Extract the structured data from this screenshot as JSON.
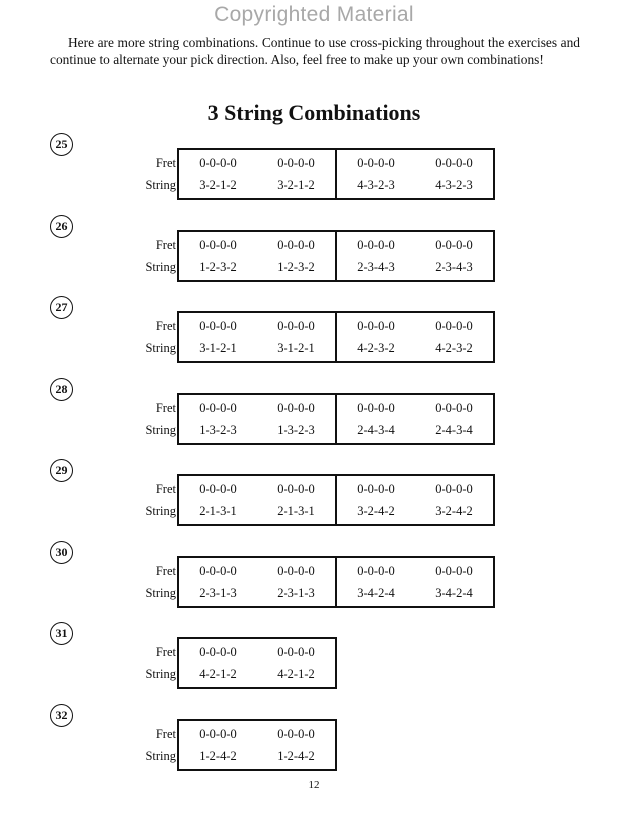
{
  "watermark": "Copyrighted Material",
  "intro": "Here are more string combinations. Continue to use cross-picking throughout the exercises and continue to alternate your pick direction. Also, feel free to make up your own combinations!",
  "section_title": "3 String Combinations",
  "labels": {
    "fret": "Fret",
    "string": "String"
  },
  "exercises": [
    {
      "number": "25",
      "groups": [
        [
          {
            "fret": "0-0-0-0",
            "string": "3-2-1-2"
          },
          {
            "fret": "0-0-0-0",
            "string": "3-2-1-2"
          }
        ],
        [
          {
            "fret": "0-0-0-0",
            "string": "4-3-2-3"
          },
          {
            "fret": "0-0-0-0",
            "string": "4-3-2-3"
          }
        ]
      ]
    },
    {
      "number": "26",
      "groups": [
        [
          {
            "fret": "0-0-0-0",
            "string": "1-2-3-2"
          },
          {
            "fret": "0-0-0-0",
            "string": "1-2-3-2"
          }
        ],
        [
          {
            "fret": "0-0-0-0",
            "string": "2-3-4-3"
          },
          {
            "fret": "0-0-0-0",
            "string": "2-3-4-3"
          }
        ]
      ]
    },
    {
      "number": "27",
      "groups": [
        [
          {
            "fret": "0-0-0-0",
            "string": "3-1-2-1"
          },
          {
            "fret": "0-0-0-0",
            "string": "3-1-2-1"
          }
        ],
        [
          {
            "fret": "0-0-0-0",
            "string": "4-2-3-2"
          },
          {
            "fret": "0-0-0-0",
            "string": "4-2-3-2"
          }
        ]
      ]
    },
    {
      "number": "28",
      "groups": [
        [
          {
            "fret": "0-0-0-0",
            "string": "1-3-2-3"
          },
          {
            "fret": "0-0-0-0",
            "string": "1-3-2-3"
          }
        ],
        [
          {
            "fret": "0-0-0-0",
            "string": "2-4-3-4"
          },
          {
            "fret": "0-0-0-0",
            "string": "2-4-3-4"
          }
        ]
      ]
    },
    {
      "number": "29",
      "groups": [
        [
          {
            "fret": "0-0-0-0",
            "string": "2-1-3-1"
          },
          {
            "fret": "0-0-0-0",
            "string": "2-1-3-1"
          }
        ],
        [
          {
            "fret": "0-0-0-0",
            "string": "3-2-4-2"
          },
          {
            "fret": "0-0-0-0",
            "string": "3-2-4-2"
          }
        ]
      ]
    },
    {
      "number": "30",
      "groups": [
        [
          {
            "fret": "0-0-0-0",
            "string": "2-3-1-3"
          },
          {
            "fret": "0-0-0-0",
            "string": "2-3-1-3"
          }
        ],
        [
          {
            "fret": "0-0-0-0",
            "string": "3-4-2-4"
          },
          {
            "fret": "0-0-0-0",
            "string": "3-4-2-4"
          }
        ]
      ]
    },
    {
      "number": "31",
      "groups": [
        [
          {
            "fret": "0-0-0-0",
            "string": "4-2-1-2"
          },
          {
            "fret": "0-0-0-0",
            "string": "4-2-1-2"
          }
        ]
      ]
    },
    {
      "number": "32",
      "groups": [
        [
          {
            "fret": "0-0-0-0",
            "string": "1-2-4-2"
          },
          {
            "fret": "0-0-0-0",
            "string": "1-2-4-2"
          }
        ]
      ]
    }
  ],
  "page_number": "12"
}
